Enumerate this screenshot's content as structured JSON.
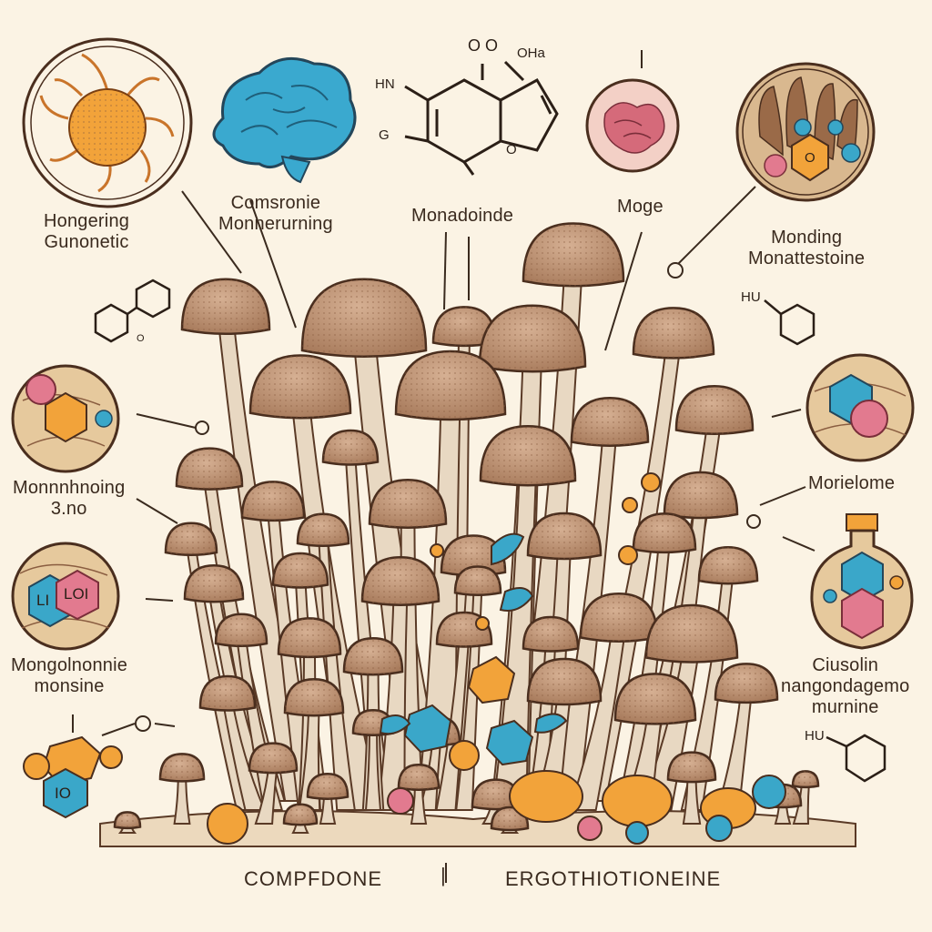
{
  "labels": {
    "top_left": [
      "Hongering",
      "Gunonetic"
    ],
    "brain": [
      "Comsronie",
      "Monnerurning"
    ],
    "center_molecule": "Monadoinde",
    "top_mid_right": "Moge",
    "top_right": [
      "Monding",
      "Monattestoine"
    ],
    "mid_left": [
      "Monnnhnoing",
      "3.no"
    ],
    "mid_right": "Morielome",
    "lower_left": [
      "Mongolnonnie",
      "monsine"
    ],
    "lower_right": [
      "Ciusolin",
      "nangondagemo",
      "murnine"
    ],
    "bottom_left": "COMPFDONE",
    "bottom_sep": "|",
    "bottom_right": "ERGOTHIOTIONEINE"
  },
  "chem_text": {
    "hn_top": "HN",
    "g": "G",
    "oo": "O O",
    "oha": "OHa",
    "o_ring": "O",
    "hu_right": "HU",
    "hu_lower": "HU",
    "o_small": "O",
    "li": "LI",
    "lo": "LOI",
    "io": "IO",
    "o_hex": "O"
  },
  "colors": {
    "ink": "#3a2a1e",
    "cap": "#b58a6c",
    "stem": "#e8d8c2",
    "orange": "#f2a33a",
    "blue": "#3aa7c9",
    "pink": "#e27a8f",
    "brain": "#3aa9cf"
  }
}
